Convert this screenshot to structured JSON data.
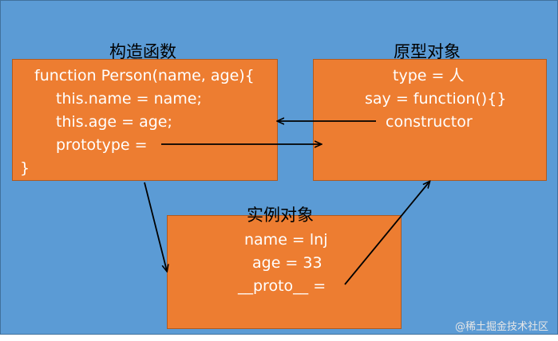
{
  "constructor": {
    "title": "构造函数",
    "lines": [
      "function Person(name, age){",
      "this.name = name;",
      "this.age = age;",
      "prototype =",
      "}"
    ]
  },
  "prototype_object": {
    "title": "原型对象",
    "lines": [
      "type = 人",
      "say = function(){}",
      "constructor"
    ]
  },
  "instance_object": {
    "title": "实例对象",
    "lines": [
      "name = lnj",
      "age = 33",
      "__proto__ ="
    ]
  },
  "watermark": "@稀土掘金技术社区",
  "colors": {
    "background": "#5b9bd5",
    "box_fill": "#ed7d31",
    "text": "#ffffff",
    "arrow": "#000000"
  }
}
